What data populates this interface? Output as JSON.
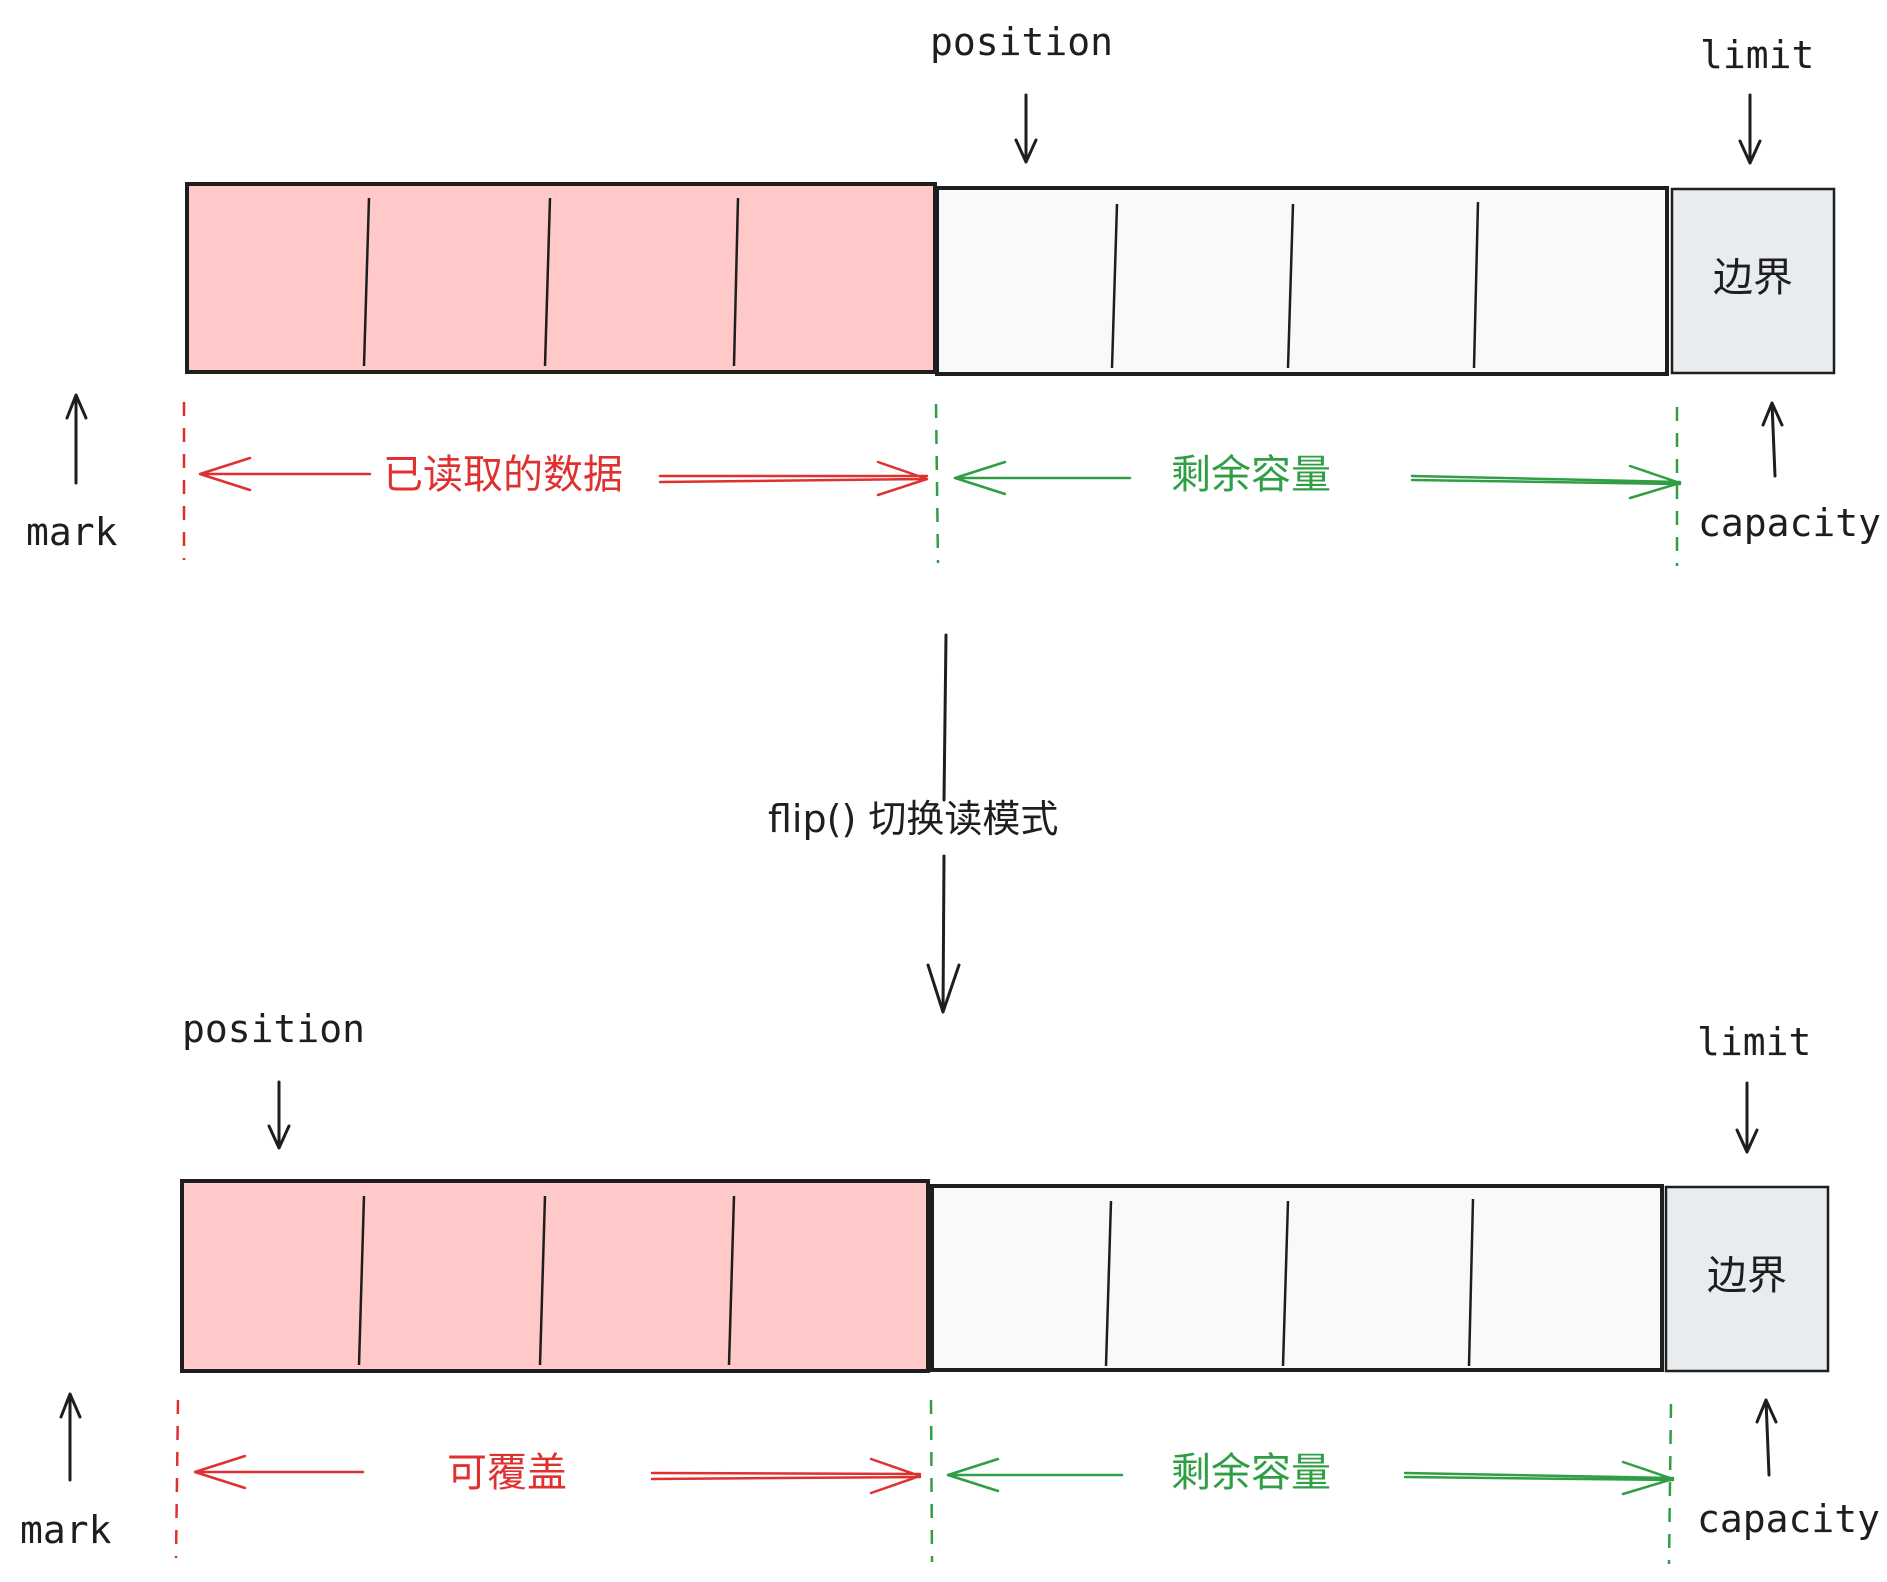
{
  "colors": {
    "read_region": "#ffc9c9",
    "free_region": "#f8f9fa",
    "boundary_region": "#e9ecef",
    "red": "#e03131",
    "green": "#2f9e44",
    "ink": "#1e1e1e"
  },
  "top": {
    "position_label": "position",
    "limit_label": "limit",
    "capacity_label": "capacity",
    "mark_label": "mark",
    "boundary_label": "边界",
    "left_span_label": "已读取的数据",
    "right_span_label": "剩余容量"
  },
  "transition": {
    "label": "flip() 切换读模式"
  },
  "bottom": {
    "position_label": "position",
    "limit_label": "limit",
    "capacity_label": "capacity",
    "mark_label": "mark",
    "boundary_label": "边界",
    "left_span_label": "可覆盖",
    "right_span_label": "剩余容量"
  }
}
